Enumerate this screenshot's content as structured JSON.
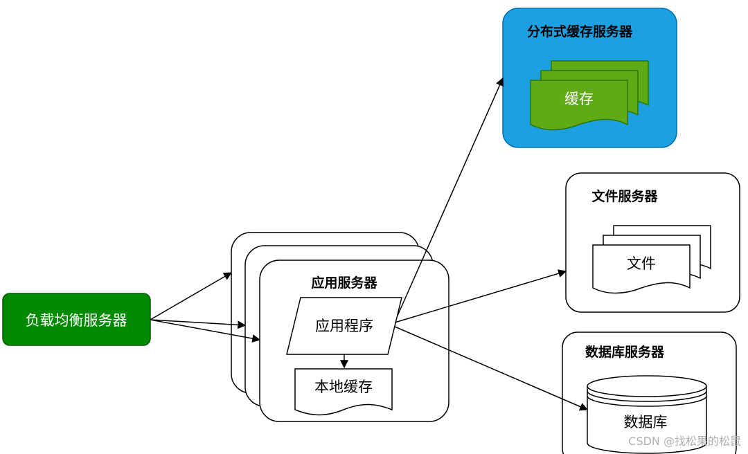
{
  "nodes": {
    "load_balancer": "负载均衡服务器",
    "app_server": "应用服务器",
    "app_program": "应用程序",
    "local_cache": "本地缓存",
    "distributed_cache_server": "分布式缓存服务器",
    "cache": "缓存",
    "file_server": "文件服务器",
    "file": "文件",
    "db_server": "数据库服务器",
    "database": "数据库"
  },
  "watermark": "CSDN @找松果的松鼠",
  "colors": {
    "load_balancer_fill": "#008a00",
    "load_balancer_stroke": "#005700",
    "cache_server_fill": "#1ba1e2",
    "cache_server_stroke": "#006eaf",
    "cache_doc_fill": "#60a917",
    "cache_doc_stroke": "#2d7600",
    "line": "#000000"
  }
}
